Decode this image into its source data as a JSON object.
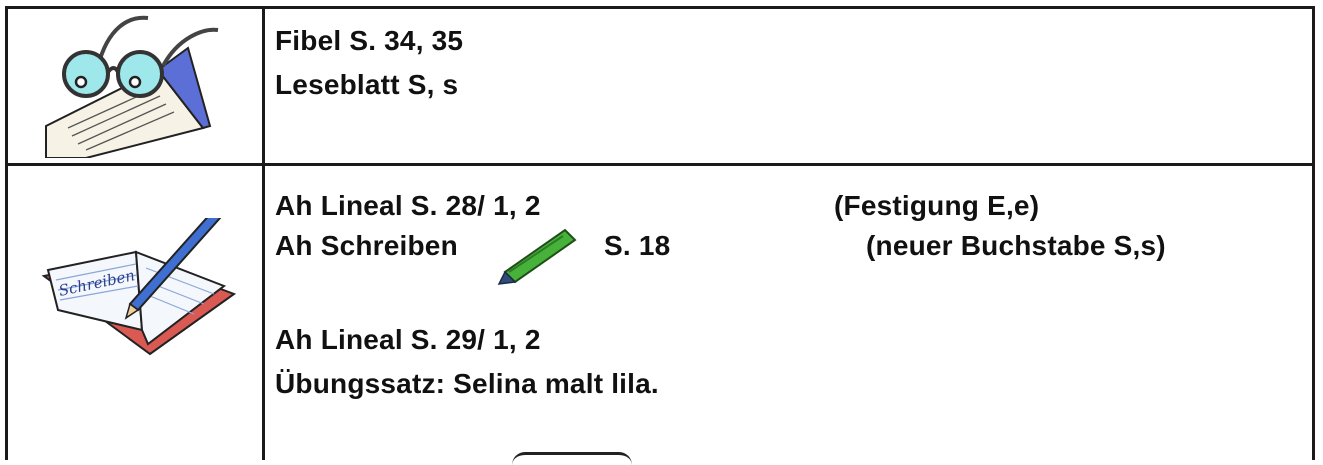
{
  "rows": [
    {
      "icon": "reading-glasses-book-icon",
      "lines": [
        "Fibel S. 34, 35",
        "Leseblatt S, s"
      ]
    },
    {
      "icon": "writing-notebook-pencil-icon",
      "notebook_label": "Schreiben",
      "lines": [
        {
          "left": "Ah Lineal S. 28/ 1, 2",
          "right": "(Festigung E,e)"
        },
        {
          "left": "Ah Schreiben",
          "pen_icon": "fountain-pen-icon",
          "page": "S. 18",
          "right": "(neuer Buchstabe S,s)"
        },
        {
          "left": "Ah Lineal S. 29/ 1, 2"
        },
        {
          "left": "Übungssatz: Selina malt lila."
        }
      ]
    }
  ]
}
